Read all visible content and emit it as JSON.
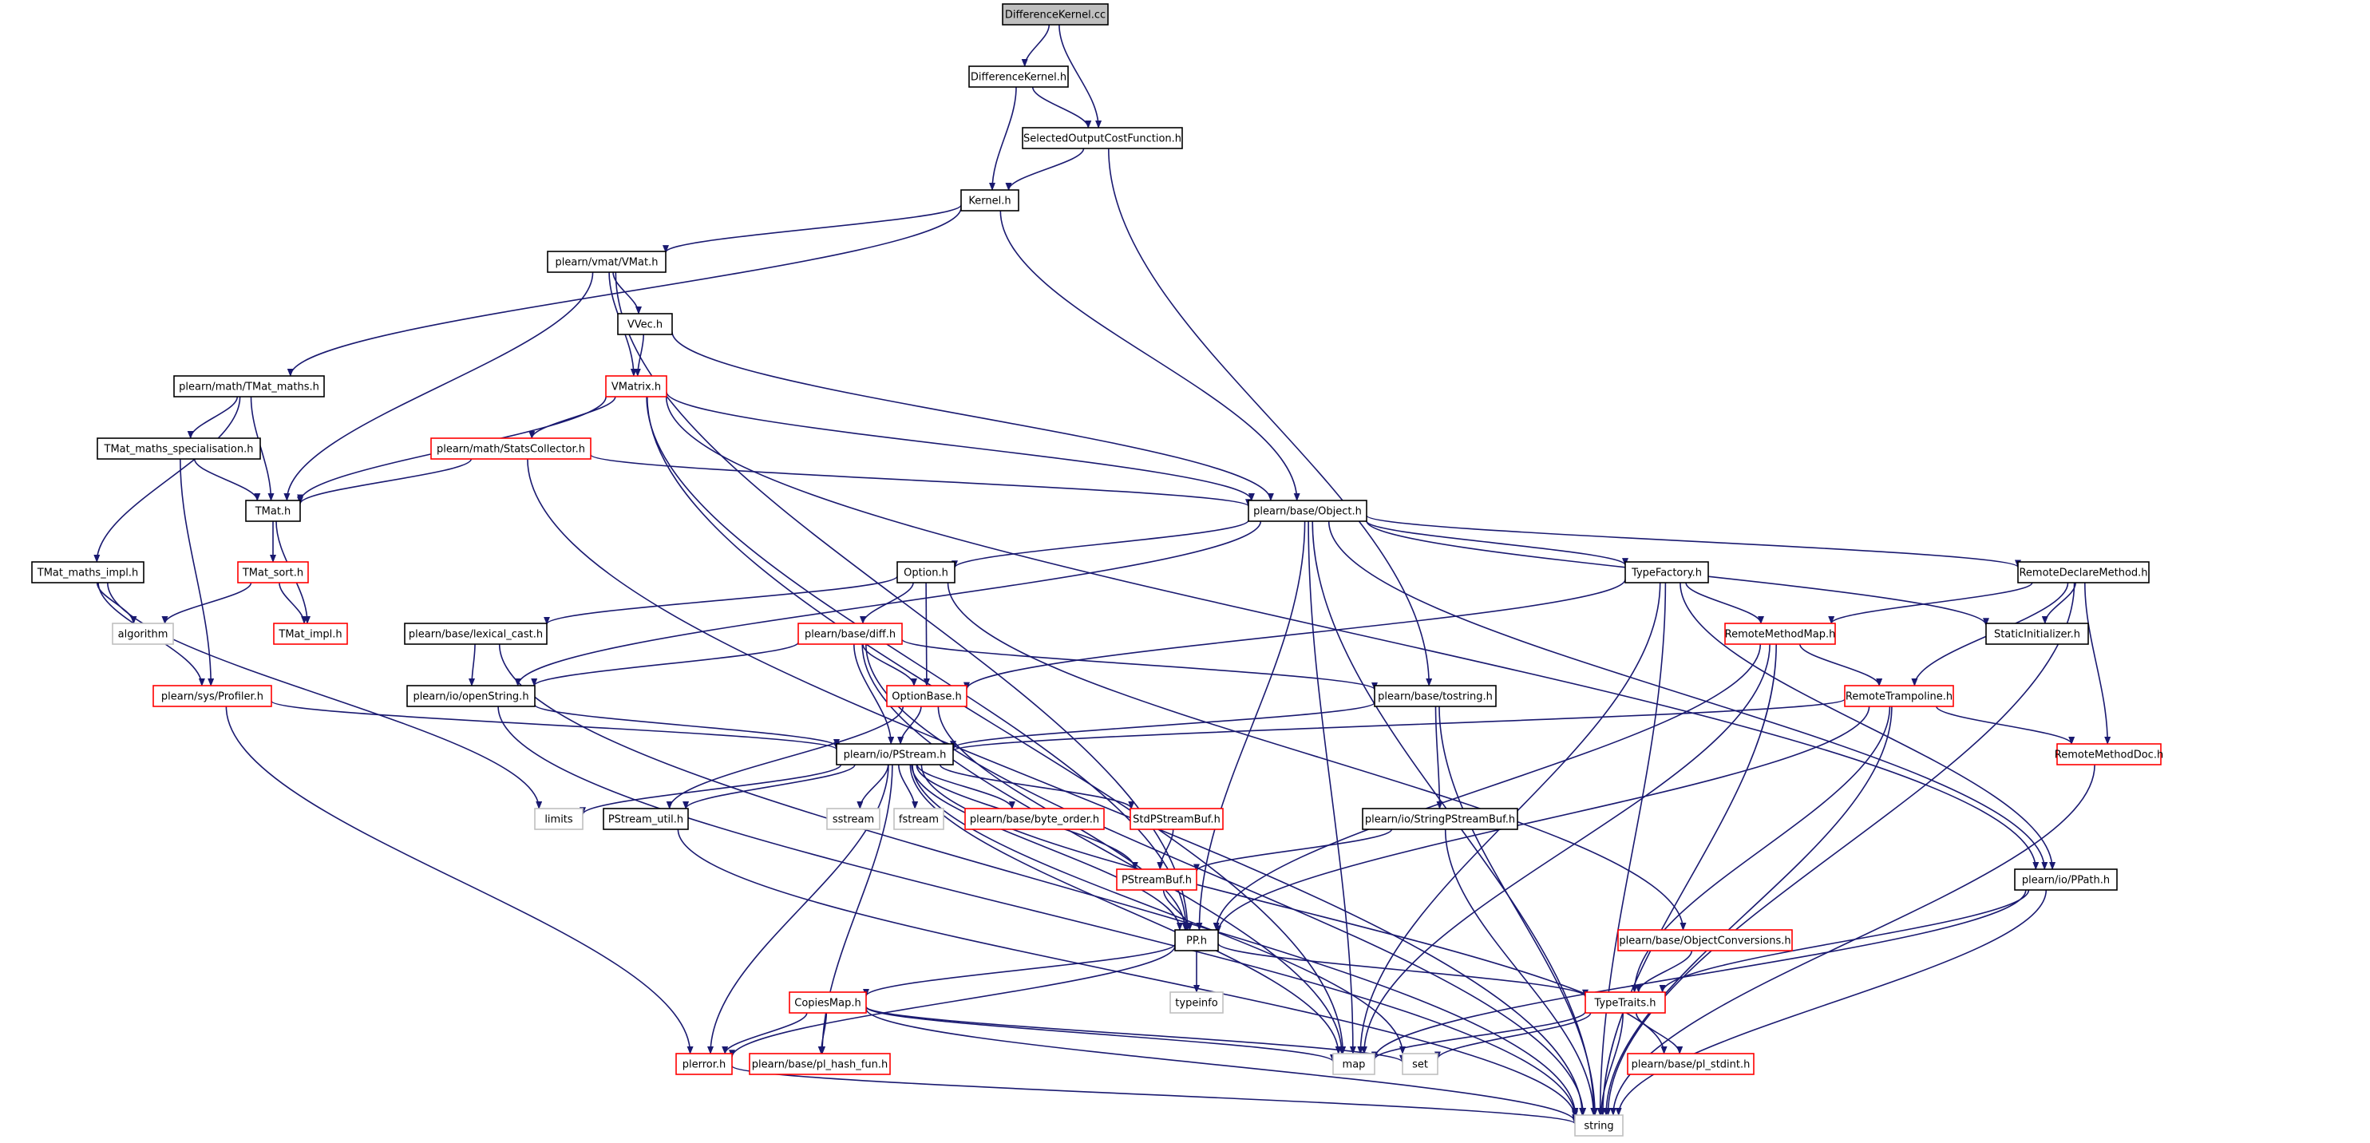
{
  "colors": {
    "edge": "#191970",
    "border_normal": "#000000",
    "border_missing": "#ff0000",
    "border_system": "#bfbfbf",
    "fill_root": "#bfbfbf",
    "fill_normal": "#ffffff"
  },
  "nodes": [
    {
      "id": "DifferenceKernel_cc",
      "label": "DifferenceKernel.cc",
      "kind": "root"
    },
    {
      "id": "DifferenceKernel_h",
      "label": "DifferenceKernel.h",
      "kind": "normal"
    },
    {
      "id": "SelectedOutputCostFunction_h",
      "label": "SelectedOutputCostFunction.h",
      "kind": "normal"
    },
    {
      "id": "Kernel_h",
      "label": "Kernel.h",
      "kind": "normal"
    },
    {
      "id": "VMat_h",
      "label": "plearn/vmat/VMat.h",
      "kind": "normal"
    },
    {
      "id": "VVec_h",
      "label": "VVec.h",
      "kind": "normal"
    },
    {
      "id": "TMat_maths_h",
      "label": "plearn/math/TMat_maths.h",
      "kind": "normal"
    },
    {
      "id": "VMatrix_h",
      "label": "VMatrix.h",
      "kind": "missing"
    },
    {
      "id": "TMat_maths_specialisation_h",
      "label": "TMat_maths_specialisation.h",
      "kind": "normal"
    },
    {
      "id": "StatsCollector_h",
      "label": "plearn/math/StatsCollector.h",
      "kind": "missing"
    },
    {
      "id": "TMat_h",
      "label": "TMat.h",
      "kind": "normal"
    },
    {
      "id": "Object_h",
      "label": "plearn/base/Object.h",
      "kind": "normal"
    },
    {
      "id": "TMat_maths_impl_h",
      "label": "TMat_maths_impl.h",
      "kind": "normal"
    },
    {
      "id": "TMat_sort_h",
      "label": "TMat_sort.h",
      "kind": "missing"
    },
    {
      "id": "Option_h",
      "label": "Option.h",
      "kind": "normal"
    },
    {
      "id": "TypeFactory_h",
      "label": "TypeFactory.h",
      "kind": "normal"
    },
    {
      "id": "RemoteDeclareMethod_h",
      "label": "RemoteDeclareMethod.h",
      "kind": "normal"
    },
    {
      "id": "algorithm",
      "label": "algorithm",
      "kind": "system"
    },
    {
      "id": "TMat_impl_h",
      "label": "TMat_impl.h",
      "kind": "missing"
    },
    {
      "id": "lexical_cast_h",
      "label": "plearn/base/lexical_cast.h",
      "kind": "normal"
    },
    {
      "id": "diff_h",
      "label": "plearn/base/diff.h",
      "kind": "missing"
    },
    {
      "id": "RemoteMethodMap_h",
      "label": "RemoteMethodMap.h",
      "kind": "missing"
    },
    {
      "id": "StaticInitializer_h",
      "label": "StaticInitializer.h",
      "kind": "normal"
    },
    {
      "id": "Profiler_h",
      "label": "plearn/sys/Profiler.h",
      "kind": "missing"
    },
    {
      "id": "openString_h",
      "label": "plearn/io/openString.h",
      "kind": "normal"
    },
    {
      "id": "OptionBase_h",
      "label": "OptionBase.h",
      "kind": "missing"
    },
    {
      "id": "tostring_h",
      "label": "plearn/base/tostring.h",
      "kind": "normal"
    },
    {
      "id": "RemoteTrampoline_h",
      "label": "RemoteTrampoline.h",
      "kind": "missing"
    },
    {
      "id": "PStream_h",
      "label": "plearn/io/PStream.h",
      "kind": "normal"
    },
    {
      "id": "RemoteMethodDoc_h",
      "label": "RemoteMethodDoc.h",
      "kind": "missing"
    },
    {
      "id": "limits",
      "label": "limits",
      "kind": "system"
    },
    {
      "id": "PStream_util_h",
      "label": "PStream_util.h",
      "kind": "normal"
    },
    {
      "id": "sstream",
      "label": "sstream",
      "kind": "system"
    },
    {
      "id": "fstream",
      "label": "fstream",
      "kind": "system"
    },
    {
      "id": "byte_order_h",
      "label": "plearn/base/byte_order.h",
      "kind": "missing"
    },
    {
      "id": "StdPStreamBuf_h",
      "label": "StdPStreamBuf.h",
      "kind": "missing"
    },
    {
      "id": "StringPStreamBuf_h",
      "label": "plearn/io/StringPStreamBuf.h",
      "kind": "normal"
    },
    {
      "id": "PPath_h",
      "label": "plearn/io/PPath.h",
      "kind": "normal"
    },
    {
      "id": "PStreamBuf_h",
      "label": "PStreamBuf.h",
      "kind": "missing"
    },
    {
      "id": "PP_h",
      "label": "PP.h",
      "kind": "normal"
    },
    {
      "id": "ObjectConversions_h",
      "label": "plearn/base/ObjectConversions.h",
      "kind": "missing"
    },
    {
      "id": "typeinfo",
      "label": "typeinfo",
      "kind": "system"
    },
    {
      "id": "CopiesMap_h",
      "label": "CopiesMap.h",
      "kind": "missing"
    },
    {
      "id": "TypeTraits_h",
      "label": "TypeTraits.h",
      "kind": "missing"
    },
    {
      "id": "plerror_h",
      "label": "plerror.h",
      "kind": "missing"
    },
    {
      "id": "pl_hash_fun_h",
      "label": "plearn/base/pl_hash_fun.h",
      "kind": "missing"
    },
    {
      "id": "map",
      "label": "map",
      "kind": "system"
    },
    {
      "id": "set",
      "label": "set",
      "kind": "system"
    },
    {
      "id": "pl_stdint_h",
      "label": "plearn/base/pl_stdint.h",
      "kind": "missing"
    },
    {
      "id": "string",
      "label": "string",
      "kind": "system"
    }
  ],
  "edges": [
    [
      "DifferenceKernel_cc",
      "DifferenceKernel_h"
    ],
    [
      "DifferenceKernel_cc",
      "SelectedOutputCostFunction_h"
    ],
    [
      "DifferenceKernel_h",
      "SelectedOutputCostFunction_h"
    ],
    [
      "DifferenceKernel_h",
      "Kernel_h"
    ],
    [
      "SelectedOutputCostFunction_h",
      "Kernel_h"
    ],
    [
      "SelectedOutputCostFunction_h",
      "tostring_h"
    ],
    [
      "Kernel_h",
      "VMat_h"
    ],
    [
      "Kernel_h",
      "TMat_maths_h"
    ],
    [
      "Kernel_h",
      "Object_h"
    ],
    [
      "VMat_h",
      "VVec_h"
    ],
    [
      "VMat_h",
      "VMatrix_h"
    ],
    [
      "VMat_h",
      "TMat_h"
    ],
    [
      "VMat_h",
      "PP_h"
    ],
    [
      "VVec_h",
      "VMatrix_h"
    ],
    [
      "VVec_h",
      "Object_h"
    ],
    [
      "TMat_maths_h",
      "TMat_maths_specialisation_h"
    ],
    [
      "TMat_maths_h",
      "TMat_h"
    ],
    [
      "TMat_maths_h",
      "TMat_maths_impl_h"
    ],
    [
      "VMatrix_h",
      "StatsCollector_h"
    ],
    [
      "VMatrix_h",
      "TMat_h"
    ],
    [
      "VMatrix_h",
      "Object_h"
    ],
    [
      "VMatrix_h",
      "PPath_h"
    ],
    [
      "VMatrix_h",
      "PP_h"
    ],
    [
      "VMatrix_h",
      "map"
    ],
    [
      "TMat_maths_specialisation_h",
      "TMat_h"
    ],
    [
      "TMat_maths_specialisation_h",
      "Profiler_h"
    ],
    [
      "StatsCollector_h",
      "TMat_h"
    ],
    [
      "StatsCollector_h",
      "Object_h"
    ],
    [
      "StatsCollector_h",
      "string"
    ],
    [
      "TMat_h",
      "TMat_sort_h"
    ],
    [
      "TMat_h",
      "TMat_impl_h"
    ],
    [
      "TMat_sort_h",
      "TMat_impl_h"
    ],
    [
      "TMat_sort_h",
      "algorithm"
    ],
    [
      "TMat_maths_impl_h",
      "algorithm"
    ],
    [
      "TMat_maths_impl_h",
      "Profiler_h"
    ],
    [
      "TMat_maths_impl_h",
      "limits"
    ],
    [
      "Object_h",
      "Option_h"
    ],
    [
      "Object_h",
      "TypeFactory_h"
    ],
    [
      "Object_h",
      "RemoteDeclareMethod_h"
    ],
    [
      "Object_h",
      "StaticInitializer_h"
    ],
    [
      "Object_h",
      "PPath_h"
    ],
    [
      "Object_h",
      "openString_h"
    ],
    [
      "Object_h",
      "PP_h"
    ],
    [
      "Object_h",
      "map"
    ],
    [
      "Object_h",
      "string"
    ],
    [
      "Option_h",
      "lexical_cast_h"
    ],
    [
      "Option_h",
      "diff_h"
    ],
    [
      "Option_h",
      "OptionBase_h"
    ],
    [
      "Option_h",
      "ObjectConversions_h"
    ],
    [
      "TypeFactory_h",
      "RemoteMethodMap_h"
    ],
    [
      "TypeFactory_h",
      "OptionBase_h"
    ],
    [
      "TypeFactory_h",
      "PPath_h"
    ],
    [
      "TypeFactory_h",
      "map"
    ],
    [
      "TypeFactory_h",
      "string"
    ],
    [
      "RemoteDeclareMethod_h",
      "RemoteMethodMap_h"
    ],
    [
      "RemoteDeclareMethod_h",
      "StaticInitializer_h"
    ],
    [
      "RemoteDeclareMethod_h",
      "RemoteTrampoline_h"
    ],
    [
      "RemoteDeclareMethod_h",
      "RemoteMethodDoc_h"
    ],
    [
      "RemoteDeclareMethod_h",
      "string"
    ],
    [
      "lexical_cast_h",
      "openString_h"
    ],
    [
      "lexical_cast_h",
      "string"
    ],
    [
      "diff_h",
      "openString_h"
    ],
    [
      "diff_h",
      "OptionBase_h"
    ],
    [
      "diff_h",
      "PStream_h"
    ],
    [
      "diff_h",
      "tostring_h"
    ],
    [
      "diff_h",
      "map"
    ],
    [
      "diff_h",
      "string"
    ],
    [
      "RemoteMethodMap_h",
      "RemoteTrampoline_h"
    ],
    [
      "RemoteMethodMap_h",
      "PP_h"
    ],
    [
      "RemoteMethodMap_h",
      "map"
    ],
    [
      "RemoteMethodMap_h",
      "string"
    ],
    [
      "Profiler_h",
      "PStream_h"
    ],
    [
      "Profiler_h",
      "plerror_h"
    ],
    [
      "openString_h",
      "PStream_h"
    ],
    [
      "openString_h",
      "string"
    ],
    [
      "OptionBase_h",
      "PStream_h"
    ],
    [
      "OptionBase_h",
      "PStream_util_h"
    ],
    [
      "OptionBase_h",
      "PP_h"
    ],
    [
      "tostring_h",
      "PStream_h"
    ],
    [
      "tostring_h",
      "StringPStreamBuf_h"
    ],
    [
      "tostring_h",
      "string"
    ],
    [
      "RemoteTrampoline_h",
      "PStream_h"
    ],
    [
      "RemoteTrampoline_h",
      "RemoteMethodDoc_h"
    ],
    [
      "RemoteTrampoline_h",
      "TypeTraits_h"
    ],
    [
      "RemoteTrampoline_h",
      "PP_h"
    ],
    [
      "RemoteTrampoline_h",
      "string"
    ],
    [
      "RemoteMethodDoc_h",
      "string"
    ],
    [
      "PStream_h",
      "limits"
    ],
    [
      "PStream_h",
      "PStream_util_h"
    ],
    [
      "PStream_h",
      "sstream"
    ],
    [
      "PStream_h",
      "fstream"
    ],
    [
      "PStream_h",
      "byte_order_h"
    ],
    [
      "PStream_h",
      "StdPStreamBuf_h"
    ],
    [
      "PStream_h",
      "PStreamBuf_h"
    ],
    [
      "PStream_h",
      "PP_h"
    ],
    [
      "PStream_h",
      "plerror_h"
    ],
    [
      "PStream_h",
      "pl_hash_fun_h"
    ],
    [
      "PStream_h",
      "map"
    ],
    [
      "PStream_h",
      "set"
    ],
    [
      "PStream_h",
      "pl_stdint_h"
    ],
    [
      "PStream_util_h",
      "string"
    ],
    [
      "StdPStreamBuf_h",
      "PStreamBuf_h"
    ],
    [
      "StringPStreamBuf_h",
      "PStreamBuf_h"
    ],
    [
      "StringPStreamBuf_h",
      "string"
    ],
    [
      "PStreamBuf_h",
      "PP_h"
    ],
    [
      "PPath_h",
      "TypeTraits_h"
    ],
    [
      "PPath_h",
      "map"
    ],
    [
      "PPath_h",
      "string"
    ],
    [
      "PP_h",
      "typeinfo"
    ],
    [
      "PP_h",
      "CopiesMap_h"
    ],
    [
      "PP_h",
      "TypeTraits_h"
    ],
    [
      "PP_h",
      "plerror_h"
    ],
    [
      "ObjectConversions_h",
      "TypeTraits_h"
    ],
    [
      "CopiesMap_h",
      "plerror_h"
    ],
    [
      "CopiesMap_h",
      "pl_hash_fun_h"
    ],
    [
      "CopiesMap_h",
      "map"
    ],
    [
      "CopiesMap_h",
      "set"
    ],
    [
      "CopiesMap_h",
      "string"
    ],
    [
      "TypeTraits_h",
      "map"
    ],
    [
      "TypeTraits_h",
      "set"
    ],
    [
      "TypeTraits_h",
      "pl_stdint_h"
    ],
    [
      "TypeTraits_h",
      "string"
    ],
    [
      "plerror_h",
      "string"
    ]
  ]
}
